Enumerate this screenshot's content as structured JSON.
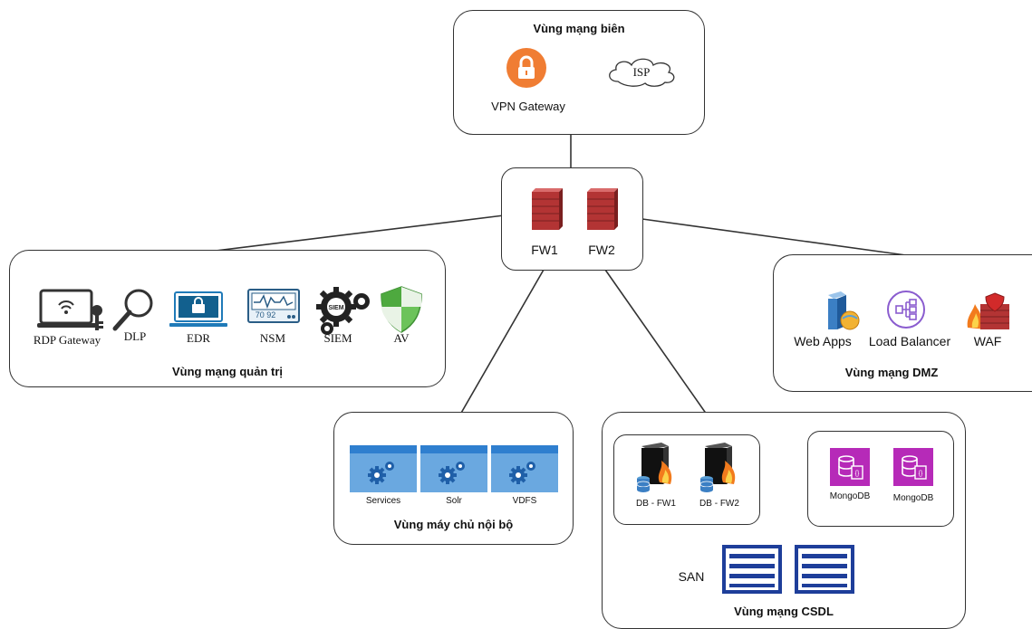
{
  "edge_zone": {
    "title": "Vùng mạng biên",
    "vpn_label": "VPN Gateway",
    "isp_label": "ISP"
  },
  "firewall_zone": {
    "fw1": "FW1",
    "fw2": "FW2"
  },
  "admin_zone": {
    "title": "Vùng mạng quản trị",
    "items": [
      {
        "label": "RDP Gateway",
        "icon": "laptop-key-icon"
      },
      {
        "label": "DLP",
        "icon": "magnifier-icon"
      },
      {
        "label": "EDR",
        "icon": "laptop-lock-icon"
      },
      {
        "label": "NSM",
        "icon": "monitor-icon"
      },
      {
        "label": "SIEM",
        "icon": "gears-icon"
      },
      {
        "label": "AV",
        "icon": "shield-icon"
      }
    ],
    "nsm_screen_text": "70 92"
  },
  "dmz_zone": {
    "title": "Vùng mạng DMZ",
    "items": [
      "Web Apps",
      "Load Balancer",
      "WAF"
    ]
  },
  "internal_zone": {
    "title": "Vùng máy chủ nội bộ",
    "items": [
      "Services",
      "Solr",
      "VDFS"
    ]
  },
  "db_zone": {
    "title": "Vùng mạng CSDL",
    "db_fw": [
      "DB - FW1",
      "DB - FW2"
    ],
    "mongo": [
      "MongoDB",
      "MongoDB"
    ],
    "san_label": "SAN"
  },
  "colors": {
    "vpn": "#f07d33",
    "firewall": "#b03030",
    "lb": "#8a5ccf",
    "mongo": "#b62ab8",
    "service": "#4f93d8",
    "san": "#1e3e9a",
    "shield": "#5bb54a"
  }
}
